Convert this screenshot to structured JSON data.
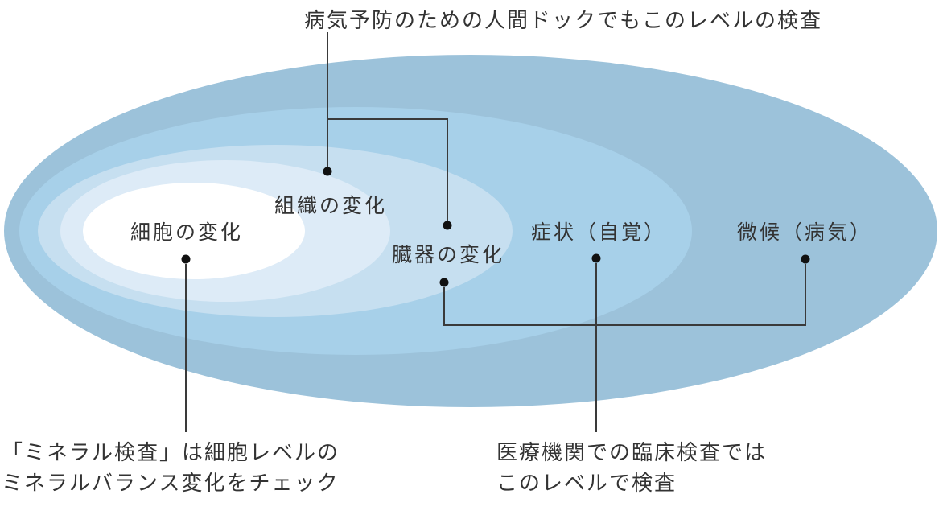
{
  "diagram": {
    "description_labels": {
      "top_annotation": "病気予防のための人間ドックでもこのレベルの検査",
      "bottom_left_line1": "「ミネラル検査」は細胞レベルの",
      "bottom_left_line2": "ミネラルバランス変化をチェック",
      "bottom_right_line1": "医療機関での臨床検査では",
      "bottom_right_line2": "このレベルで検査"
    },
    "levels": {
      "cell": {
        "label": "細胞の変化"
      },
      "tissue": {
        "label": "組織の変化"
      },
      "organ": {
        "label": "臓器の変化"
      },
      "symptom": {
        "label": "症状（自覚）"
      },
      "sign": {
        "label": "微候（病気）"
      }
    }
  },
  "colors": {
    "ellipse_center_white": "#ffffff",
    "ellipse_level2": "#ddebf7",
    "ellipse_level3": "#c6dff0",
    "ellipse_level4": "#a7d0e9",
    "ellipse_level5_outer": "#9cc2da",
    "text": "#333333",
    "connector": "#3a3a3a",
    "dot": "#111111"
  }
}
